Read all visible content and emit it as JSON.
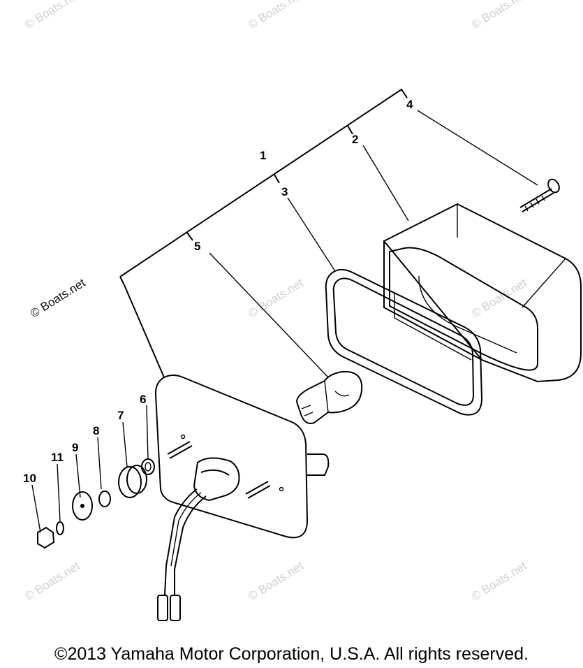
{
  "watermark": "© Boats.net",
  "callouts": [
    "1",
    "2",
    "3",
    "4",
    "5",
    "6",
    "7",
    "8",
    "9",
    "10",
    "11"
  ],
  "copyright": "©2013 Yamaha Motor Corporation, U.S.A. All rights reserved."
}
